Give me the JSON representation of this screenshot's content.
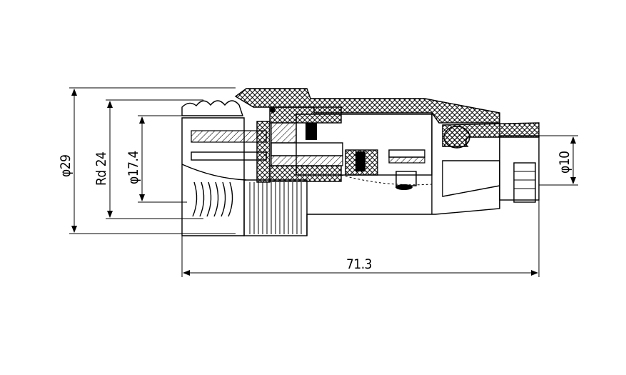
{
  "dimensions": {
    "outer_diameter": "φ29",
    "thread": "Rd 24",
    "inner_diameter": "φ17.4",
    "cable_diameter": "φ10",
    "length": "71.3"
  }
}
